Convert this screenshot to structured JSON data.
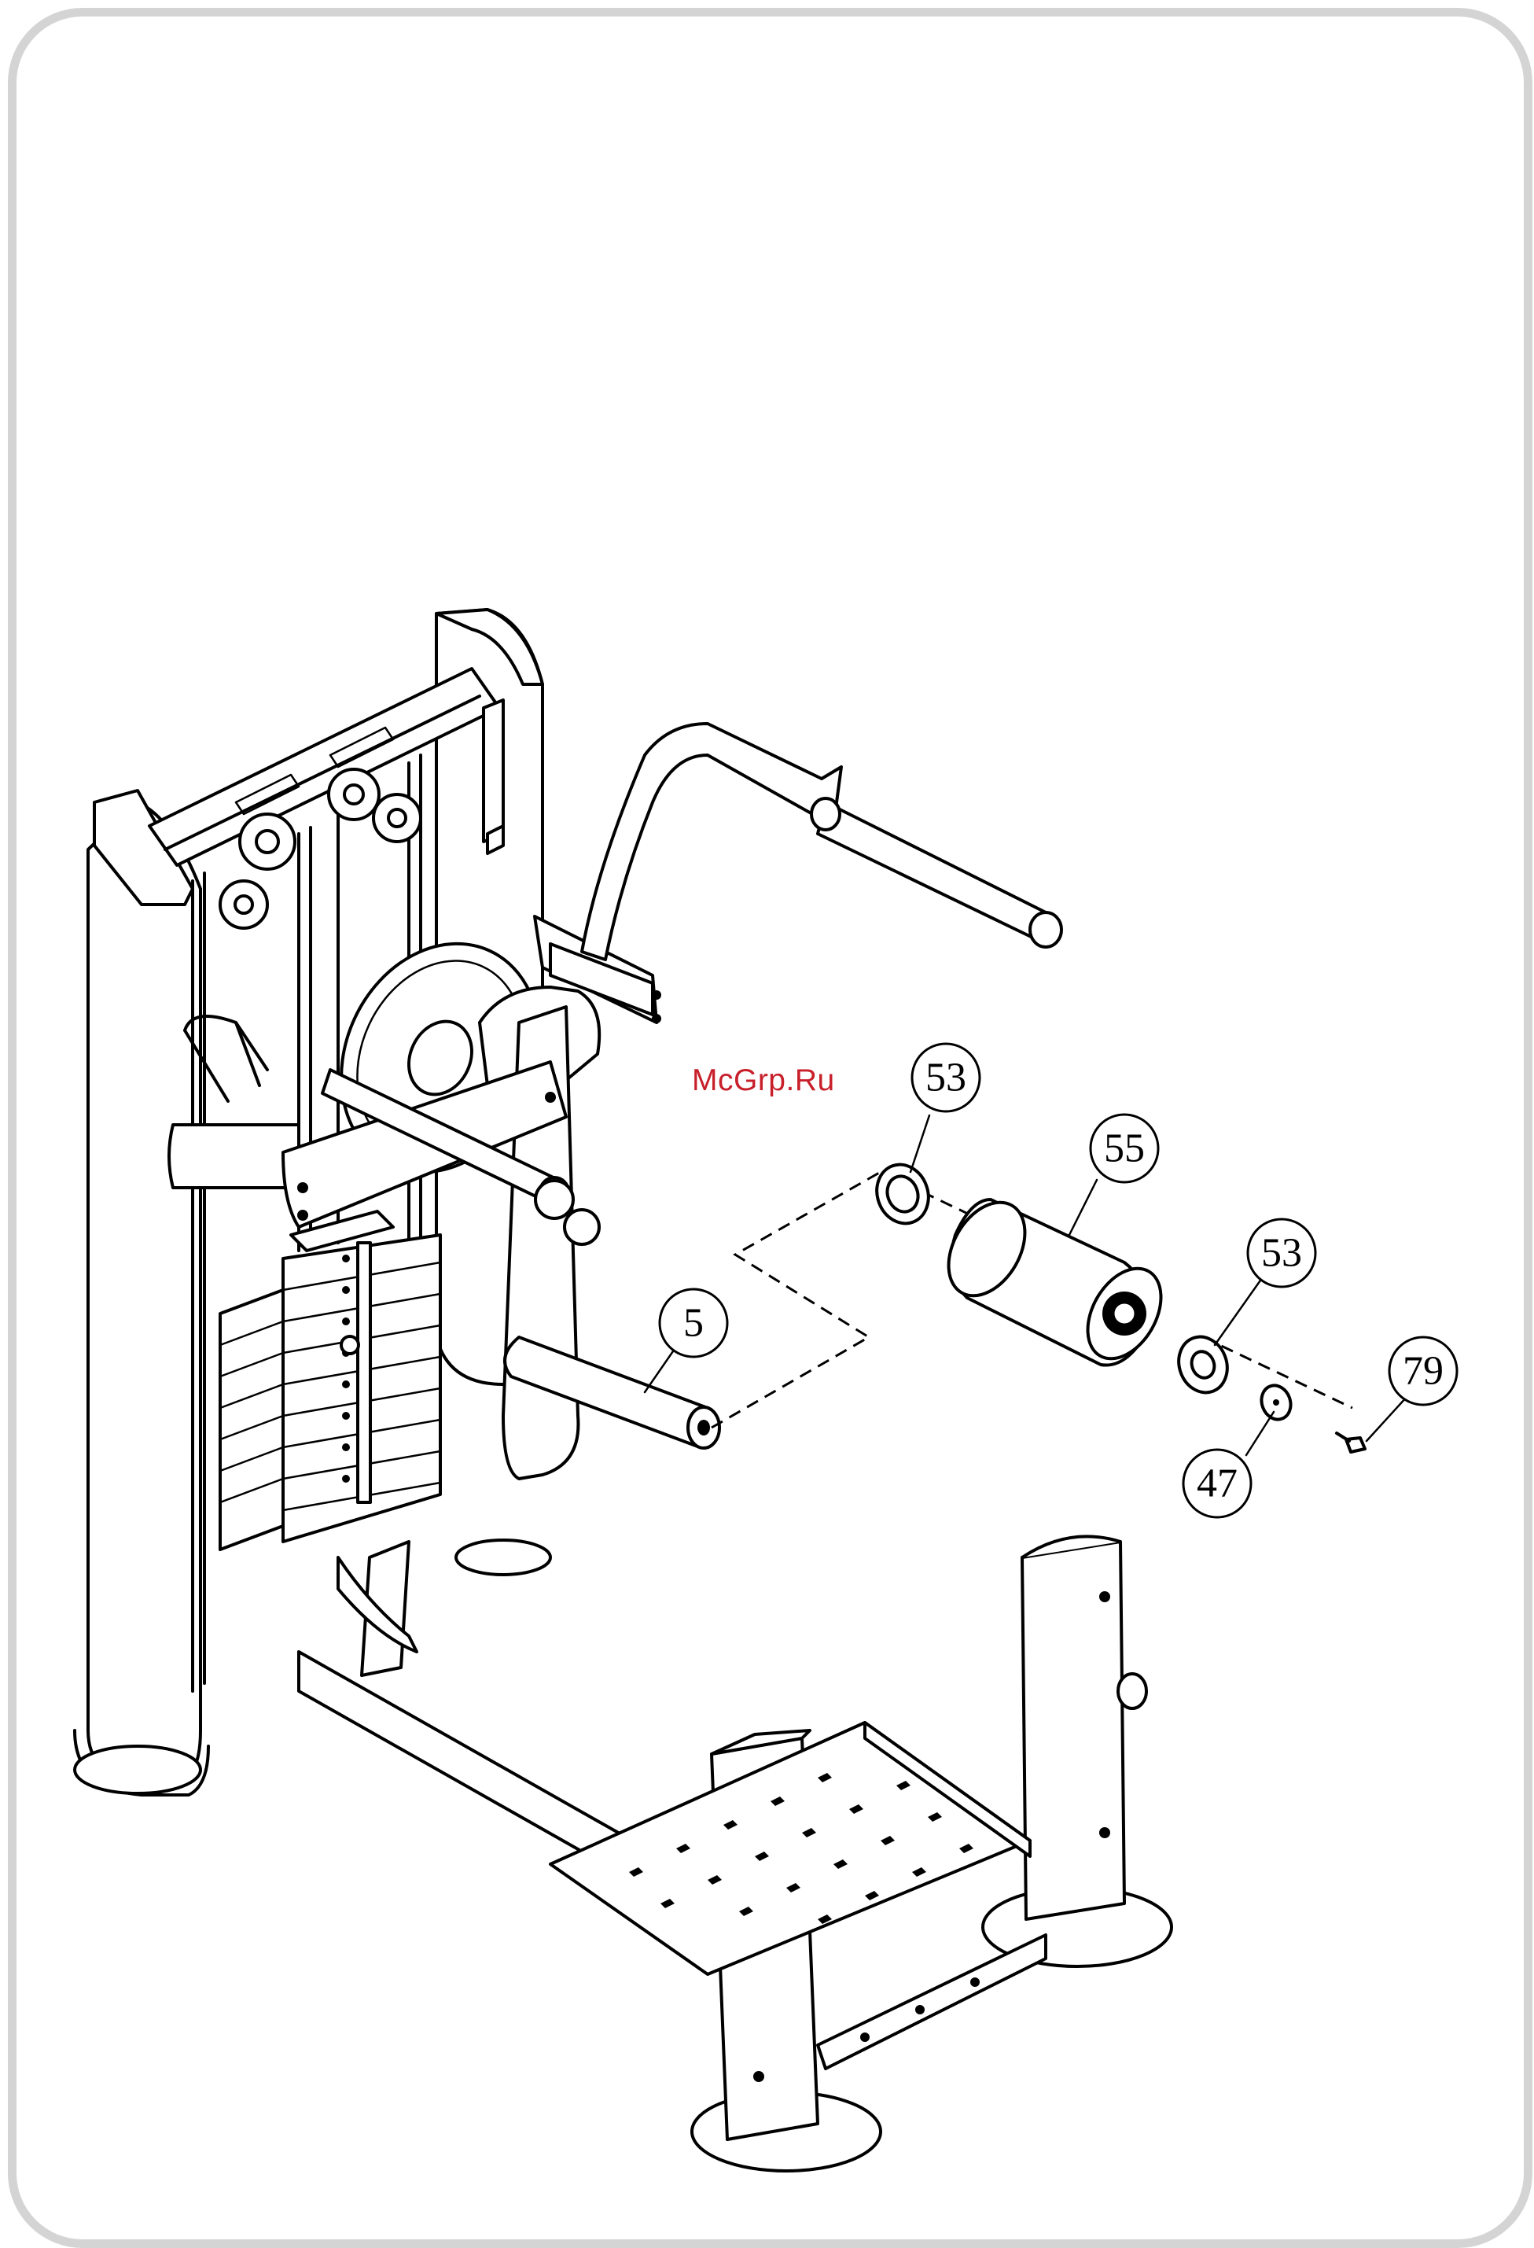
{
  "watermark": "McGrp.Ru",
  "callouts": [
    {
      "id": "callout-53-upper",
      "label": "53"
    },
    {
      "id": "callout-55",
      "label": "55"
    },
    {
      "id": "callout-53-lower",
      "label": "53"
    },
    {
      "id": "callout-5",
      "label": "5"
    },
    {
      "id": "callout-79",
      "label": "79"
    },
    {
      "id": "callout-47",
      "label": "47"
    }
  ]
}
